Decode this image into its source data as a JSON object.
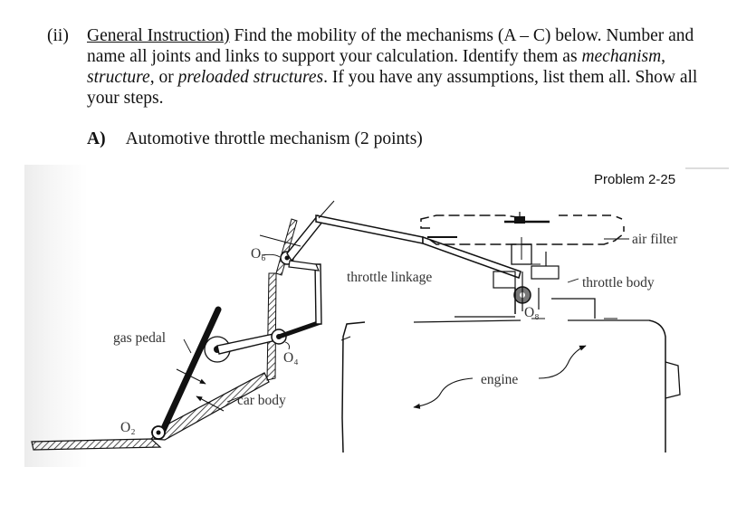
{
  "question": {
    "number": "(ii)",
    "lines": [
      {
        "underlined": "General Instruction)",
        "rest": " Find the mobility of the mechanisms (A – C) below. Number and"
      },
      {
        "text": "name all joints and links to support your calculation. Identify them as "
      },
      {
        "i1": "structure",
        "t1": ", or ",
        "i2": "preloaded structures",
        "t2": ". If you have any assumptions, list them all. Show all"
      },
      {
        "text": "your steps."
      }
    ],
    "mechanism_word": "mechanism",
    "comma": ","
  },
  "part": {
    "label": "A)",
    "title": "Automotive throttle mechanism (2 points)"
  },
  "figure": {
    "problem_id": "Problem 2-25",
    "labels": {
      "air_filter": "air filter",
      "throttle_body": "throttle body",
      "throttle_linkage": "throttle linkage",
      "gas_pedal": "gas pedal",
      "engine": "engine",
      "car_body": "car body",
      "o6": "O₆",
      "o4": "O₄",
      "o2": "O₂",
      "o8": "O₈"
    }
  }
}
